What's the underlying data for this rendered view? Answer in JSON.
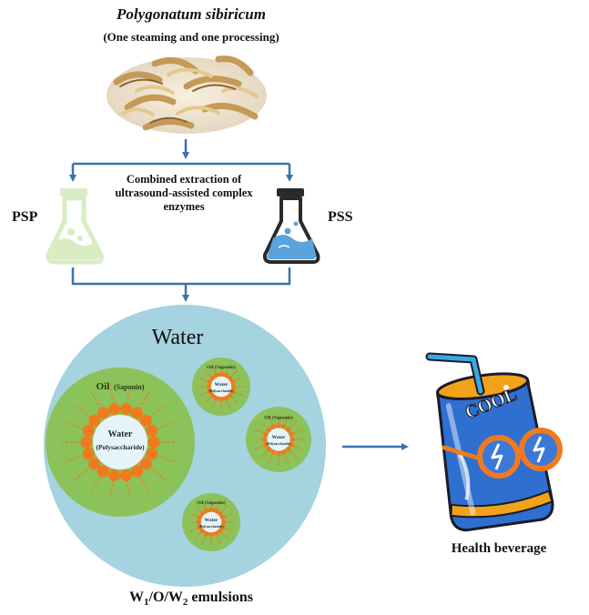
{
  "header": {
    "title": "Polygonatum sibiricum",
    "subtitle": "(One steaming and one processing)"
  },
  "process": {
    "extraction_label": "Combined extraction of ultrasound-assisted complex enzymes",
    "left_product": "PSP",
    "right_product": "PSS"
  },
  "emulsion": {
    "outer_phase": "Water",
    "large_droplet": {
      "oil_label": "Oil",
      "oil_sub": "(Saponin)",
      "core_label": "Water",
      "core_sub": "(Polysaccharide)"
    },
    "small_droplet": {
      "oil_label": "Oil",
      "oil_sub": "(Saponin)",
      "core_label": "Water",
      "core_sub": "(Polysaccharide)"
    },
    "caption_main": "W",
    "caption_sub1": "1",
    "caption_mid1": "/O/W",
    "caption_sub2": "2",
    "caption_end": " emulsions"
  },
  "product": {
    "label": "Health beverage",
    "can_text": "COOL"
  },
  "colors": {
    "arrow": "#3a73b0",
    "outer_water": "#a5d3df",
    "oil": "#8cc25a",
    "bead": "#f07a1e",
    "core": "#e6f3f8",
    "flask_green": "#d9ecc4",
    "flask_blue": "#5aa3dd",
    "can_blue": "#2e6fcf",
    "can_top": "#f2a21a"
  }
}
